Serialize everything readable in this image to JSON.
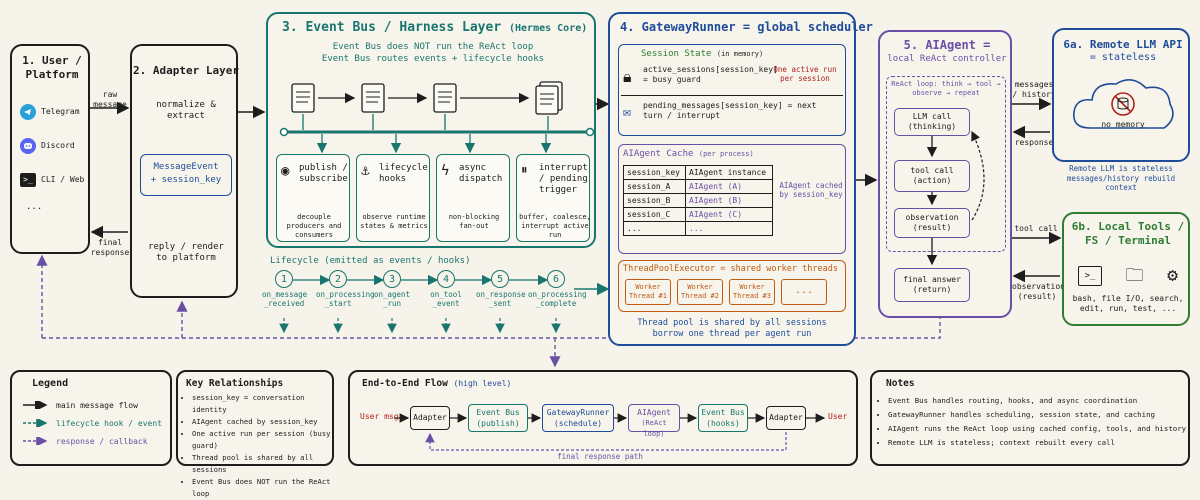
{
  "user": {
    "title": "1. User / Platform",
    "items": [
      "Telegram",
      "Discord",
      "CLI / Web",
      "..."
    ]
  },
  "adapter": {
    "title": "2. Adapter Layer",
    "normalize": "normalize & extract",
    "event_line1": "MessageEvent",
    "event_line2": "+ session_key",
    "reply": "reply / render to platform"
  },
  "arrows": {
    "raw_message": "raw message",
    "final_response": "final response",
    "messages_history": "messages / history",
    "response": "response",
    "tool_call": "tool call",
    "observation_result": "observation (result)"
  },
  "bus": {
    "title": "3. Event Bus / Harness Layer",
    "subtitle": "(Hermes Core)",
    "note1": "Event Bus does NOT run the ReAct loop",
    "note2": "Event Bus routes events + lifecycle hooks",
    "cards": [
      {
        "label": "publish / subscribe",
        "desc": "decouple producers and consumers"
      },
      {
        "label": "lifecycle hooks",
        "desc": "observe runtime states & metrics"
      },
      {
        "label": "async dispatch",
        "desc": "non-blocking fan-out"
      },
      {
        "label": "interrupt / pending trigger",
        "desc": "buffer, coalesce, interrupt active run"
      }
    ]
  },
  "lifecycle": {
    "title": "Lifecycle (emitted as events / hooks)",
    "steps": [
      {
        "n": "1",
        "label": "on_message _received"
      },
      {
        "n": "2",
        "label": "on_processing _start"
      },
      {
        "n": "3",
        "label": "on_agent _run"
      },
      {
        "n": "4",
        "label": "on_tool _event"
      },
      {
        "n": "5",
        "label": "on_response _sent"
      },
      {
        "n": "6",
        "label": "on_processing _complete"
      }
    ]
  },
  "gateway": {
    "title": "4. GatewayRunner = global scheduler",
    "session_state_title": "Session State",
    "session_state_sub": "(in memory)",
    "active_sessions": "active_sessions[session_key] = busy guard",
    "one_active": "One active run per session",
    "pending": "pending_messages[session_key] = next turn / interrupt",
    "cache_title": "AIAgent Cache",
    "cache_sub": "(per process)",
    "cache_headers": [
      "session_key",
      "AIAgent instance"
    ],
    "cache_rows": [
      [
        "session_A",
        "AIAgent (A)"
      ],
      [
        "session_B",
        "AIAgent (B)"
      ],
      [
        "session_C",
        "AIAgent (C)"
      ],
      [
        "...",
        "..."
      ]
    ],
    "cached_by": "AIAgent cached by session_key",
    "pool_title": "ThreadPoolExecutor = shared worker threads",
    "workers": [
      "Worker Thread #1",
      "Worker Thread #2",
      "Worker Thread #3",
      "..."
    ],
    "pool_note1": "Thread pool is shared by all sessions",
    "pool_note2": "borrow one thread per agent run"
  },
  "agent": {
    "title1": "5. AIAgent =",
    "title2": "local ReAct controller",
    "loop_label": "ReAct loop: think → tool → observe → repeat",
    "llm_call": "LLM call (thinking)",
    "tool_call": "tool call (action)",
    "observation": "observation (result)",
    "final_answer": "final answer (return)"
  },
  "llm": {
    "title1": "6a. Remote LLM API",
    "title2": "= stateless",
    "no_memory": "no memory",
    "note": "Remote LLM is stateless messages/history rebuild context"
  },
  "tools": {
    "title": "6b. Local Tools / FS / Terminal",
    "desc": "bash, file I/O, search, edit, run, test, ..."
  },
  "legend": {
    "title": "Legend",
    "items": [
      "main message flow",
      "lifecycle hook / event",
      "response / callback"
    ]
  },
  "relationships": {
    "title": "Key Relationships",
    "items": [
      "session_key = conversation identity",
      "AIAgent cached by session_key",
      "One active run per session (busy guard)",
      "Thread pool is shared by all sessions",
      "Event Bus does NOT run the ReAct loop"
    ]
  },
  "flow": {
    "title": "End-to-End Flow",
    "title_sub": "(high level)",
    "user_msg": "User msg",
    "nodes": [
      {
        "name": "Adapter",
        "sub": ""
      },
      {
        "name": "Event Bus",
        "sub": "(publish)"
      },
      {
        "name": "GatewayRunner",
        "sub": "(schedule)"
      },
      {
        "name": "AIAgent",
        "sub": "(ReAct loop)"
      },
      {
        "name": "Event Bus",
        "sub": "(hooks)"
      },
      {
        "name": "Adapter",
        "sub": ""
      }
    ],
    "user_end": "User",
    "final_path": "final response path"
  },
  "notes": {
    "title": "Notes",
    "items": [
      "Event Bus handles routing, hooks, and async coordination",
      "GatewayRunner handles scheduling, session state, and caching",
      "AIAgent runs the ReAct loop using cached config, tools, and history",
      "Remote LLM is stateless; context rebuilt every call"
    ]
  },
  "colors": {
    "ink": "#1d1d1d",
    "teal": "#19766f",
    "blue": "#1f4c99",
    "purple": "#6b4fa6",
    "orange": "#c05a14",
    "green": "#2f7d32",
    "red": "#b0211c"
  }
}
